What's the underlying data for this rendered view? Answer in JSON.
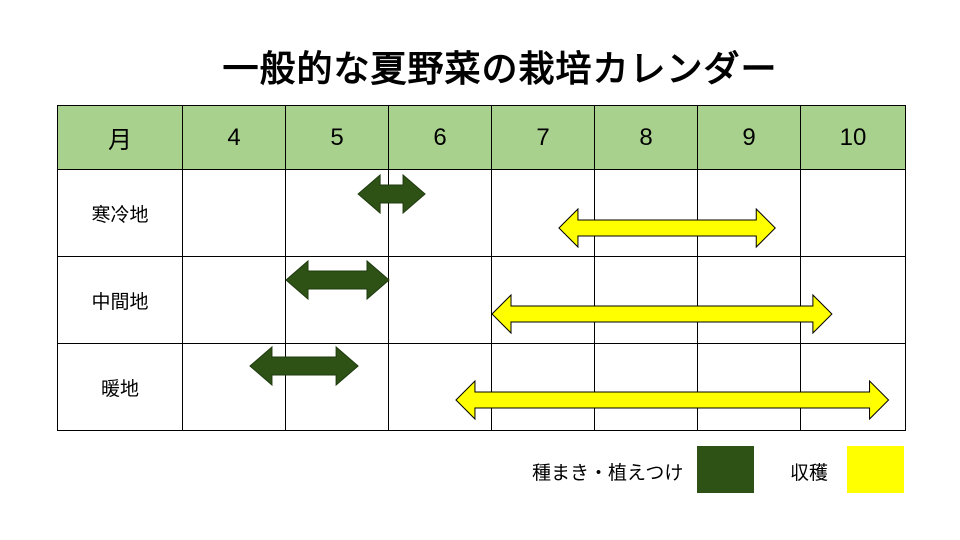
{
  "title": "一般的な夏野菜の栽培カレンダー",
  "colors": {
    "header_bg": "#a9d18e",
    "region_bg": "#ffd966",
    "sowing": "#2e5216",
    "harvest": "#ffff00"
  },
  "chart_data": {
    "type": "gantt",
    "title": "一般的な夏野菜の栽培カレンダー",
    "row_header": "月",
    "columns": [
      "4",
      "5",
      "6",
      "7",
      "8",
      "9",
      "10"
    ],
    "rows": [
      "寒冷地",
      "中間地",
      "暖地"
    ],
    "series": [
      {
        "name": "種まき・植えつけ",
        "color": "#2e5216",
        "bars": [
          {
            "row": "寒冷地",
            "start": 5.7,
            "end": 6.35
          },
          {
            "row": "中間地",
            "start": 5.0,
            "end": 6.0
          },
          {
            "row": "暖地",
            "start": 4.65,
            "end": 5.7
          }
        ]
      },
      {
        "name": "収穫",
        "color": "#ffff00",
        "bars": [
          {
            "row": "寒冷地",
            "start": 7.65,
            "end": 9.75
          },
          {
            "row": "中間地",
            "start": 7.0,
            "end": 10.3
          },
          {
            "row": "暖地",
            "start": 6.65,
            "end": 10.85
          }
        ]
      }
    ]
  },
  "legend": {
    "sowing_label": "種まき・植えつけ",
    "harvest_label": "収穫"
  }
}
